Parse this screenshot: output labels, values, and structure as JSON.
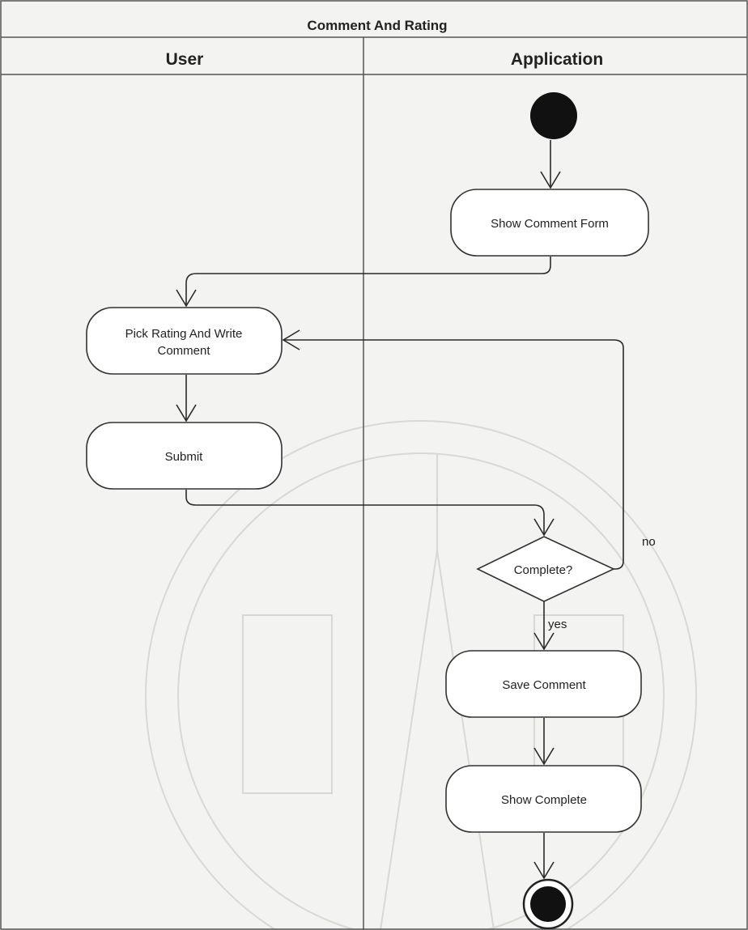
{
  "diagram": {
    "title": "Comment And Rating",
    "lanes": [
      {
        "name": "User"
      },
      {
        "name": "Application"
      }
    ],
    "nodes": {
      "show_form": "Show Comment Form",
      "pick_rating_line1": "Pick Rating And Write",
      "pick_rating_line2": "Comment",
      "submit": "Submit",
      "decision": "Complete?",
      "save": "Save Comment",
      "show_complete": "Show Complete"
    },
    "guards": {
      "no": "no",
      "yes": "yes"
    }
  }
}
